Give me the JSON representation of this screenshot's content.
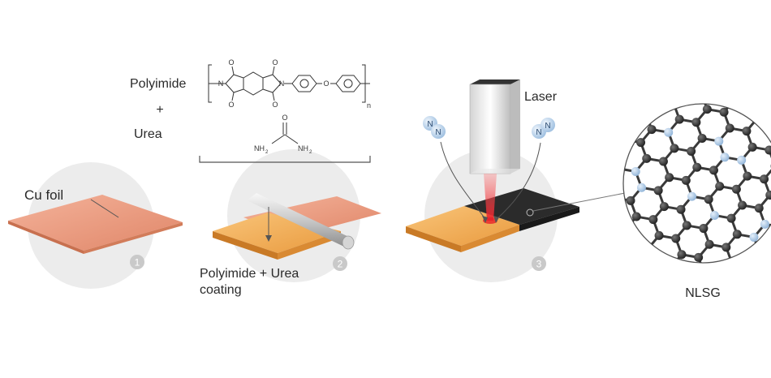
{
  "labels": {
    "polyimide": "Polyimide",
    "plus": "+",
    "urea": "Urea",
    "cu_foil": "Cu foil",
    "coating_line1": "Polyimide + Urea",
    "coating_line2": "coating",
    "laser": "Laser",
    "nlsg": "NLSG"
  },
  "steps": [
    "1",
    "2",
    "3"
  ],
  "chemistry": {
    "oxygen": "O",
    "nitrogen": "N",
    "repeat_index": "n",
    "amine_left": "NH",
    "amine_right": "NH",
    "amine_subscript": "2"
  },
  "molecule_n2": "N",
  "colors": {
    "copper": "#e8957a",
    "polyimide_amber": "#f0a84a",
    "graphene_black": "#2b2b2b",
    "laser_red": "#e8202a",
    "nitrogen_blue": "#a9c8e6",
    "step_circle": "#ececec"
  }
}
